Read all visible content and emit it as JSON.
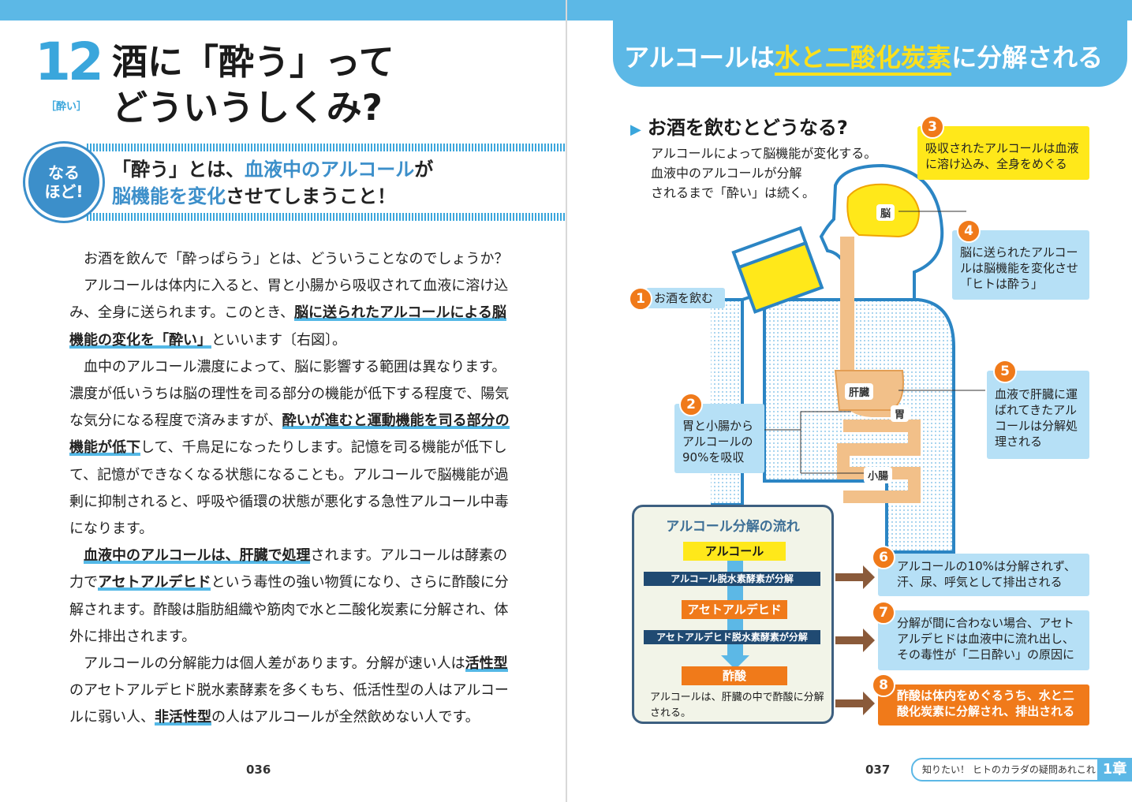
{
  "left": {
    "chapter_number": "12",
    "chapter_tag": "［酔い］",
    "title_line1": "酒に「酔う」って",
    "title_line2": "どういうしくみ?",
    "naruhodo_badge_line1": "なる",
    "naruhodo_badge_line2": "ほど!",
    "summary": {
      "p1": "「酔う」とは、",
      "em1": "血液中のアルコール",
      "p2": "が",
      "em2": "脳機能を変化",
      "p3": "させてしまうこと！"
    },
    "body": {
      "para1": "お酒を飲んで「酔っぱらう」とは、どういうことなのでしょうか？",
      "para2_a": "アルコールは体内に入ると、胃と小腸から吸収されて血液に溶け込み、全身に送られます。このとき、",
      "para2_hl": "脳に送られたアルコールによる脳機能の変化を「酔い」",
      "para2_b": "といいます〔右図〕。",
      "para3_a": "血中のアルコール濃度によって、脳に影響する範囲は異なります。濃度が低いうちは脳の理性を司る部分の機能が低下する程度で、陽気な気分になる程度で済みますが、",
      "para3_hl": "酔いが進むと運動機能を司る部分の機能が低下",
      "para3_b": "して、千鳥足になったりします。記憶を司る機能が低下して、記憶ができなくなる状態になることも。アルコールで脳機能が過剰に抑制されると、呼吸や循環の状態が悪化する急性アルコール中毒になります。",
      "para4_hl1": "血液中のアルコールは、肝臓で処理",
      "para4_a": "されます。アルコールは酵素の力で",
      "para4_hl2": "アセトアルデヒド",
      "para4_b": "という毒性の強い物質になり、さらに酢酸に分解されます。酢酸は脂肪組織や筋肉で水と二酸化炭素に分解され、体外に排出されます。",
      "para5_a": "アルコールの分解能力は個人差があります。分解が速い人は",
      "para5_hl1": "活性型",
      "para5_b": "のアセトアルデヒド脱水素酵素を多くもち、低活性型の人はアルコールに弱い人、",
      "para5_hl2": "非活性型",
      "para5_c": "の人はアルコールが全然飲めない人です。"
    },
    "page_number": "036"
  },
  "right": {
    "banner_a": "アルコールは",
    "banner_em": "水と二酸化炭素",
    "banner_b": "に分解される",
    "question": "お酒を飲むとどうなる?",
    "subtext_1": "アルコールによって脳機能が変化する。",
    "subtext_2": "血液中のアルコールが分解",
    "subtext_3": "されるまで「酔い」は続く。",
    "callouts": {
      "c1": "お酒を飲む",
      "c2": "胃と小腸からアルコールの90%を吸収",
      "c3": "吸収されたアルコールは血液に溶け込み、全身をめぐる",
      "c4": "脳に送られたアルコールは脳機能を変化させ「ヒトは酔う」",
      "c5": "血液で肝臓に運ばれてきたアルコールは分解処理される",
      "c6": "アルコールの10%は分解されず、汗、尿、呼気として排出される",
      "c7": "分解が間に合わない場合、アセトアルデヒドは血液中に流れ出し、その毒性が「二日酔い」の原因に",
      "c8": "酢酸は体内をめぐるうち、水と二酸化炭素に分解され、排出される"
    },
    "numbers": [
      "1",
      "2",
      "3",
      "4",
      "5",
      "6",
      "7",
      "8"
    ],
    "organs": {
      "brain": "脳",
      "liver": "肝臓",
      "stomach": "胃",
      "intestine": "小腸"
    },
    "flow": {
      "title": "アルコール分解の流れ",
      "step1": "アルコール",
      "enzyme1": "アルコール脱水素酵素が分解",
      "step2": "アセトアルデヒド",
      "enzyme2": "アセトアルデヒド脱水素酵素が分解",
      "step3": "酢酸",
      "note": "アルコールは、肝臓の中で酢酸に分解される。"
    },
    "page_number": "037",
    "chapter_label": "知りたい！ ヒトのカラダの疑問あれこれ",
    "chapter_number": "1章"
  }
}
